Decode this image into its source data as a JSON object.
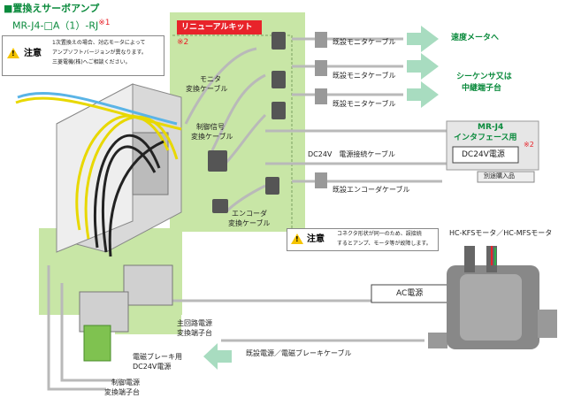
{
  "header": {
    "title": "置換えサーボアンプ",
    "model": "MR-J4-□A（1）-RJ",
    "model_ref": "※1"
  },
  "note_top": {
    "label": "注意",
    "line1": "1次置換えの場合、対応モータによって",
    "line2": "アンプソフトバージョンが異なります。",
    "line3": "三菱電機(株)へご相談ください。"
  },
  "note_mid": {
    "label": "注意",
    "line1": "コネクタ形状が同一のため、誤接続",
    "line2": "するとアンプ、モータ等が故障します。"
  },
  "renewal_kit": {
    "label": "リニューアルキット",
    "ref": "※2"
  },
  "left_labels": {
    "monitor_cable_1": "モニタ",
    "monitor_cable_2": "変換ケーブル",
    "control_cable_1": "制御信号",
    "control_cable_2": "変換ケーブル",
    "encoder_cable_1": "エンコーダ",
    "encoder_cable_2": "変換ケーブル",
    "main_circuit_1": "主回路電源",
    "main_circuit_2": "変換端子台",
    "brake_1": "電磁ブレーキ用",
    "brake_2": "DC24V電源",
    "control_power_1": "制御電源",
    "control_power_2": "変換端子台"
  },
  "cable_labels": {
    "existing_monitor_1": "既設モニタケーブル",
    "existing_monitor_2": "既設モニタケーブル",
    "existing_monitor_3": "既設モニタケーブル",
    "dc24v_cable": "DC24V　電源接続ケーブル",
    "existing_encoder": "既設エンコーダケーブル",
    "existing_power_brake": "既設電源／電磁ブレーキケーブル"
  },
  "destinations": {
    "speed_meter": "速度メータへ",
    "sequencer_1": "シーケンサ又は",
    "sequencer_2": "中継端子台"
  },
  "interface": {
    "line1": "MR-J4",
    "line2": "インタフェース用",
    "ref": "※2",
    "dc24v": "DC24V電源",
    "sold_separately": "別途購入品"
  },
  "ac_power": "AC電源",
  "motor_label": "HC-KFSモータ／HC-MFSモータ",
  "colors": {
    "green_panel": "#c8e6a6",
    "green_text": "#0a8a3c",
    "red_badge": "#e8232a",
    "arrow_green": "#a8dcc0",
    "warning_yellow": "#f5c400"
  }
}
